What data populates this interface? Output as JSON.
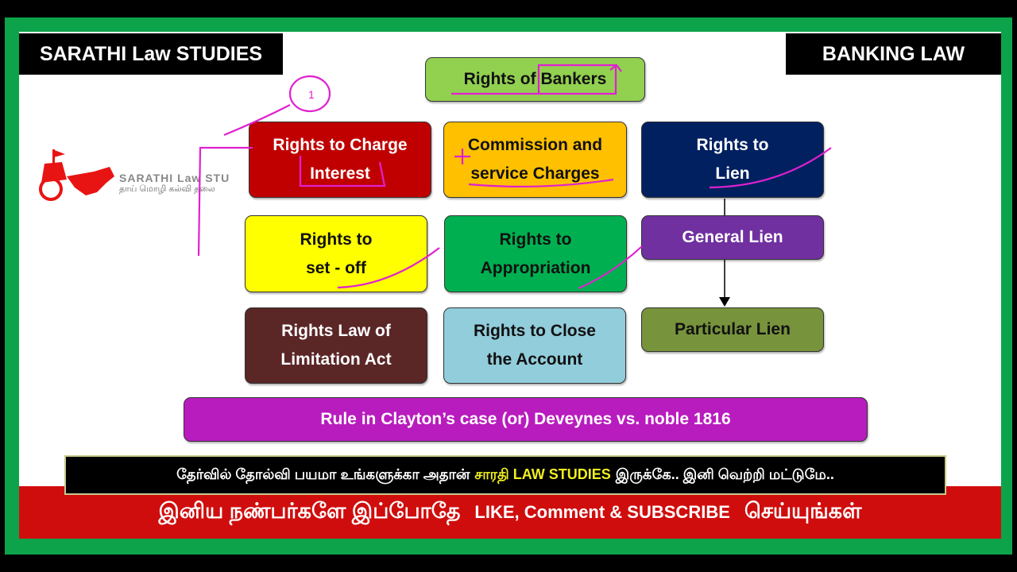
{
  "header": {
    "left_title": "SARATHI Law STUDIES",
    "right_title": "BANKING LAW"
  },
  "logo": {
    "line1": "SARATHI Law STU",
    "line2": "தாய் மொழி கல்வி தலை"
  },
  "diagram": {
    "title": "Rights of Bankers",
    "nodes": [
      {
        "label": "Rights to Charge\nInterest",
        "color": "#c00000"
      },
      {
        "label": "Commission and\nservice Charges",
        "color": "#ffc000"
      },
      {
        "label": "Rights to\nLien",
        "color": "#002060"
      },
      {
        "label": "Rights to\nset - off",
        "color": "#ffff00"
      },
      {
        "label": "Rights to\nAppropriation",
        "color": "#00b050"
      },
      {
        "label": "General Lien",
        "color": "#7030a0"
      },
      {
        "label": "Rights Law of\nLimitation Act",
        "color": "#5b2626"
      },
      {
        "label": "Rights to Close\nthe Account",
        "color": "#92cddc"
      },
      {
        "label": "Particular Lien",
        "color": "#77933c"
      }
    ],
    "rule": "Rule in Clayton’s case (or) Deveynes vs. noble 1816",
    "annotation_number": "1"
  },
  "banner1": {
    "part1": "தேர்வில் தோல்வி பயமா உங்களுக்கா அதான்",
    "highlight": "சாரதி LAW STUDIES",
    "part2": "இருக்கே..  இனி வெற்றி மட்டுமே.."
  },
  "banner2": {
    "part1": "இனிய நண்பர்களே இப்போதே",
    "english": "LIKE, Comment & SUBSCRIBE",
    "part2": "செய்யுங்கள்"
  }
}
